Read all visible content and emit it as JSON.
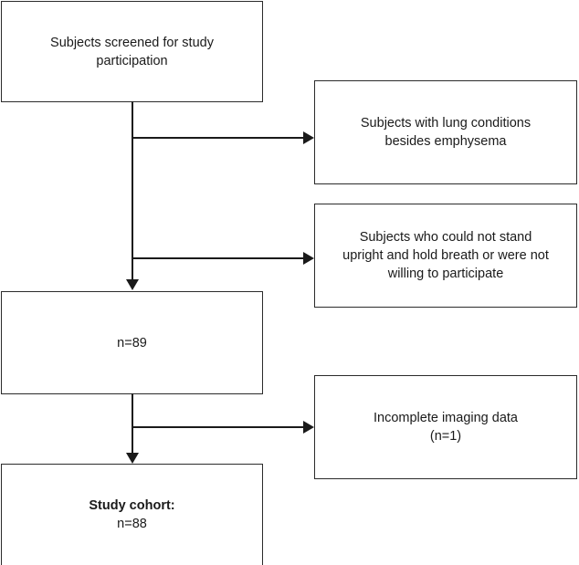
{
  "figure": {
    "kind": "study-participant-flow-diagram",
    "background_color": "#ffffff",
    "line_color": "#1a1a1a",
    "border_color": "#2b2b2b",
    "text_color": "#1a1a1a"
  },
  "nodes": {
    "screened": {
      "id": "screened",
      "line1": "Subjects screened for study",
      "line2": "participation"
    },
    "eligible": {
      "id": "eligible",
      "line1": "n=89"
    },
    "cohort": {
      "id": "cohort",
      "line1": "Study cohort:",
      "line2": "n=88"
    },
    "excluded_lung": {
      "id": "excluded-lung-conditions",
      "line1": "Subjects with lung conditions",
      "line2": "besides emphysema"
    },
    "excluded_stand": {
      "id": "excluded-unable-to-stand",
      "line1": "Subjects who could not stand",
      "line2": "upright and hold breath or were not",
      "line3": "willing to participate"
    },
    "excluded_imaging": {
      "id": "excluded-incomplete-imaging",
      "line1": "Incomplete imaging data",
      "line2": "(n=1)"
    }
  },
  "connectors": {
    "trunk": "vertical-trunk-from-screened-to-eligible",
    "branch1": "branch-to-excluded-lung-conditions",
    "branch2": "branch-to-excluded-unable-to-stand",
    "branch3": "branch-to-excluded-incomplete-imaging",
    "stem_eligible_to_cohort": "vertical-stem-eligible-to-cohort"
  }
}
